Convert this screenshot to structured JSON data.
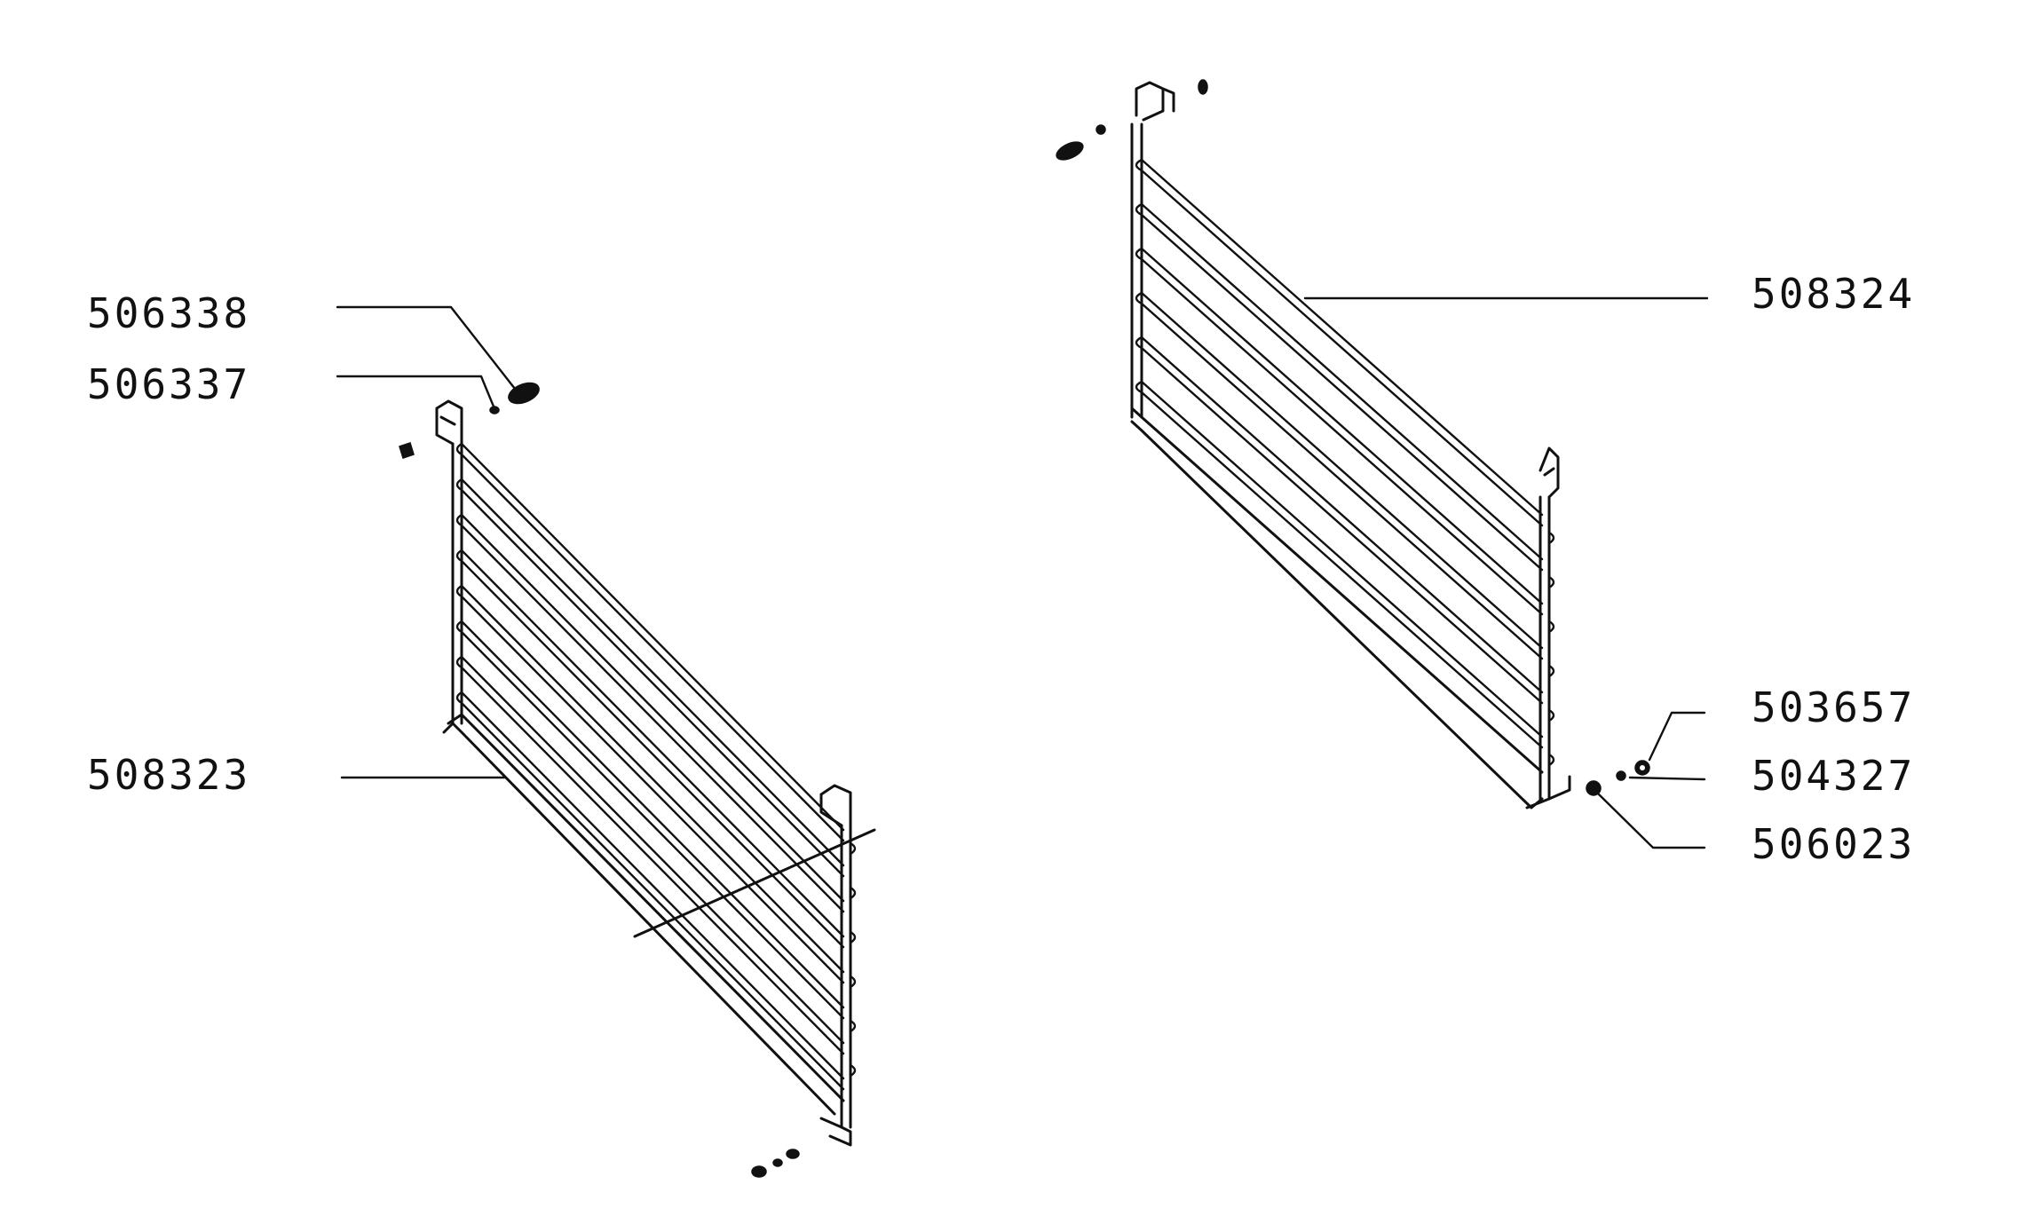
{
  "labels": {
    "p506338": "506338",
    "p506337": "506337",
    "p508323": "508323",
    "p508324": "508324",
    "p503657": "503657",
    "p504327": "504327",
    "p506023": "506023"
  },
  "colors": {
    "ink": "#111111",
    "background": "#ffffff"
  }
}
